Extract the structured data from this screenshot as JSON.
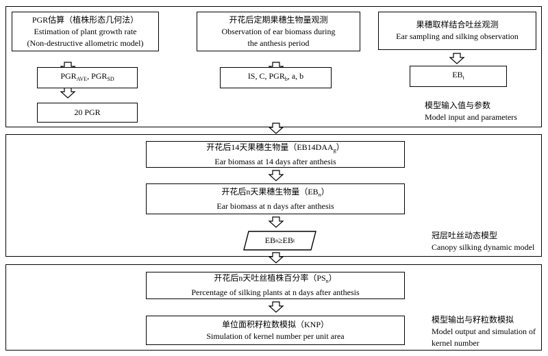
{
  "panel1": {
    "box_pgr": {
      "zh": "PGR估算（植株形态几何法）",
      "en1": "Estimation of plant growth rate",
      "en2": "(Non-destructive allometric model)"
    },
    "box_ear": {
      "zh": "开花后定期果穗生物量观测",
      "en1": "Observation of ear biomass during",
      "en2": "the anthesis period"
    },
    "box_silk": {
      "zh": "果穗取样结合吐丝观测",
      "en1": "Ear sampling and silking observation"
    },
    "pgr_stats": {
      "a": "PGR",
      "a_sub": "AVE",
      "sep": ", PGR",
      "b_sub": "SD"
    },
    "params": {
      "pre": "IS, C, PGR",
      "sub": "b",
      "post": ", a, b"
    },
    "ebt": {
      "base": "EB",
      "sub": "t"
    },
    "pgr20": "20 PGR",
    "note_zh": "模型输入值与参数",
    "note_en": "Model input and parameters"
  },
  "panel2": {
    "box14": {
      "zh_pre": "开花后14天果穗生物量（EB14DAA",
      "zh_sub": "g",
      "zh_post": "）",
      "en": "Ear biomass at 14 days after anthesis"
    },
    "boxn": {
      "zh_pre": "开花后n天果穗生物量（EB",
      "zh_sub": "n",
      "zh_post": "）",
      "en": "Ear biomass at n days after anthesis"
    },
    "cond": {
      "a": "EB",
      "a_sub": "n",
      "op": "≥EB",
      "b_sub": "t"
    },
    "note_zh": "冠层吐丝动态模型",
    "note_en": "Canopy silking dynamic model"
  },
  "panel3": {
    "box_ps": {
      "zh_pre": "开花后n天吐丝植株百分率（PS",
      "zh_sub": "n",
      "zh_post": "）",
      "en": "Percentage of  silking plants at n days after anthesis"
    },
    "box_knp": {
      "zh": "单位面积籽粒数模拟（KNP）",
      "en": "Simulation of kernel number per unit area"
    },
    "note_zh": "模型输出与籽粒数模拟",
    "note_en1": "Model output and simulation of",
    "note_en2": "kernel number"
  }
}
